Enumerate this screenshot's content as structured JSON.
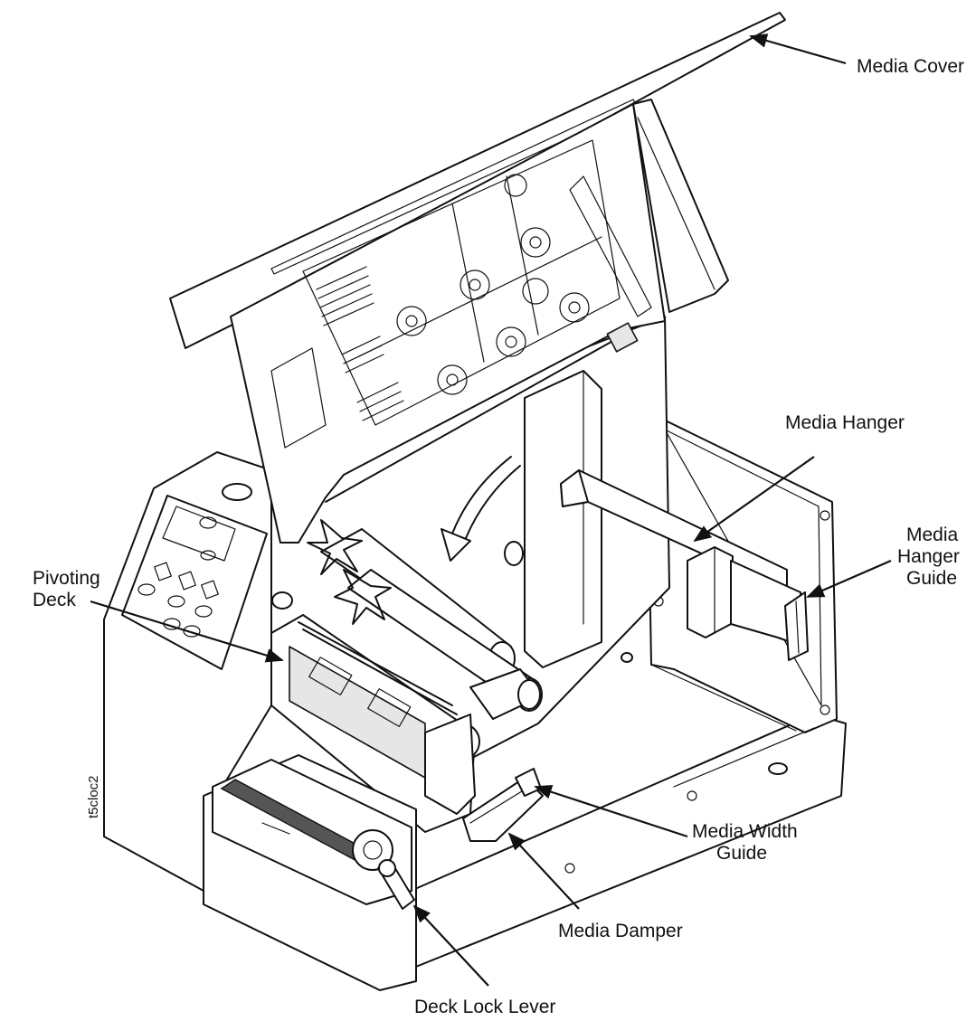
{
  "figure_id": "t5cloc2",
  "labels": {
    "media_cover": "Media Cover",
    "media_hanger": "Media Hanger",
    "media_hanger_guide": [
      "Media",
      "Hanger",
      "Guide"
    ],
    "pivoting_deck": [
      "Pivoting",
      "Deck"
    ],
    "media_width_guide": [
      "Media Width",
      "Guide"
    ],
    "media_damper": "Media Damper",
    "deck_lock_lever": "Deck Lock Lever"
  },
  "colors": {
    "ink": "#111111",
    "background": "#ffffff"
  }
}
